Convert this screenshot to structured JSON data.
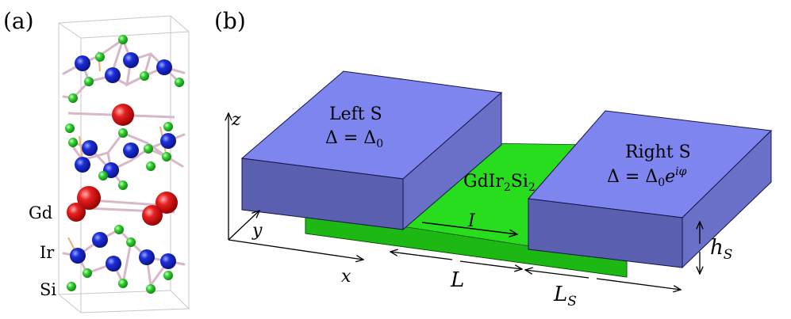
{
  "panel_a": {
    "label": "(a)",
    "atoms": [
      {
        "symbol": "Gd",
        "color": "#e01010"
      },
      {
        "symbol": "Ir",
        "color": "#1020d0"
      },
      {
        "symbol": "Si",
        "color": "#20c020"
      }
    ]
  },
  "panel_b": {
    "label": "(b)",
    "left_s": {
      "line1": "Left S",
      "line2": "Δ = Δ",
      "line2_sub": "0"
    },
    "right_s": {
      "line1": "Right S",
      "line2": "Δ = Δ",
      "line2_sub": "0",
      "line2_tail": "e",
      "line2_sup": "iφ"
    },
    "material": {
      "text_a": "GdIr",
      "sub_a": "2",
      "text_b": "Si",
      "sub_b": "2"
    },
    "axes": {
      "z": "z",
      "y": "y",
      "x": "x"
    },
    "current": "I",
    "length": "L",
    "ls": {
      "main": "L",
      "sub": "S"
    },
    "hs": {
      "main": "h",
      "sub": "S"
    },
    "colors": {
      "superconductor_top": "#7f85ee",
      "superconductor_front": "#5a5fb0",
      "film": "#28dc1e",
      "film_front": "#1db814"
    }
  }
}
